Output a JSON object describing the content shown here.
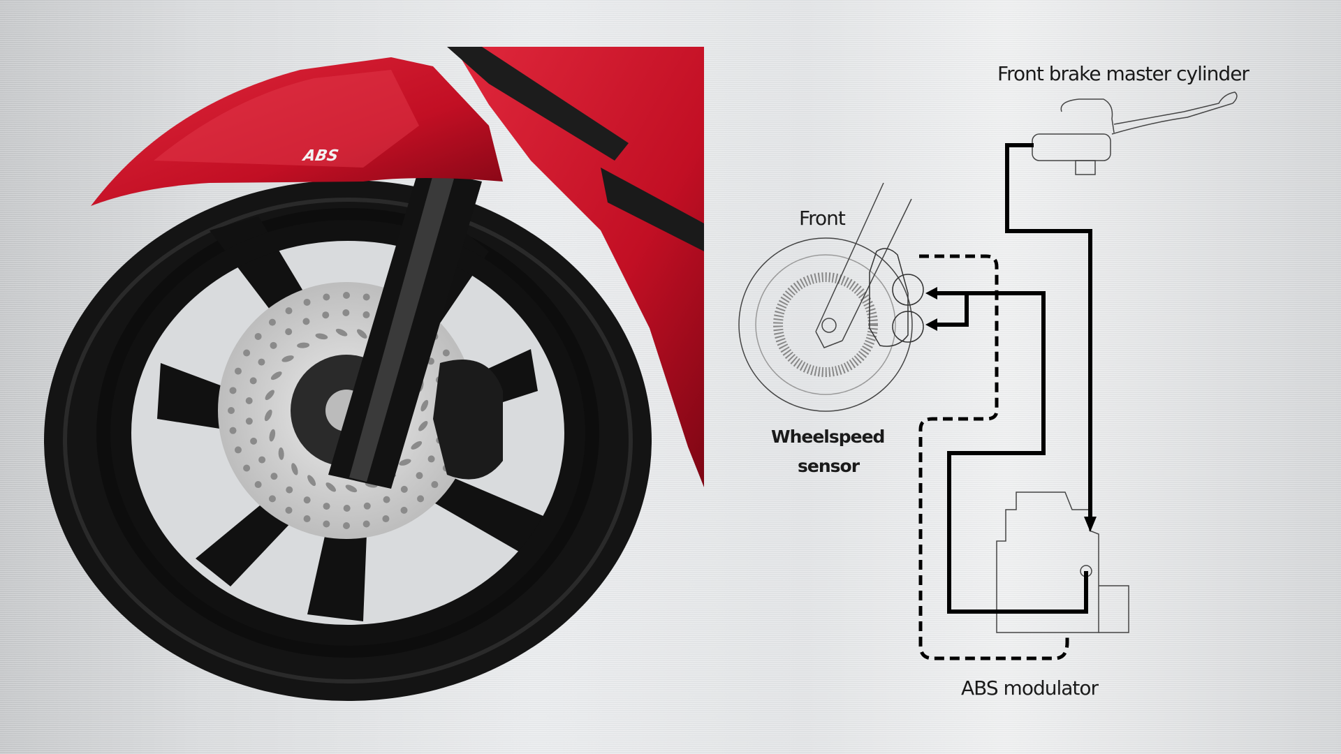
{
  "photo": {
    "fender_logo": "ABS"
  },
  "diagram": {
    "master_cylinder_label": "Front brake master cylinder",
    "front_label": "Front",
    "wheelspeed_label_line1": "Wheelspeed",
    "wheelspeed_label_line2": "sensor",
    "abs_modulator_label": "ABS modulator"
  },
  "colors": {
    "fairing_red": "#c8102e",
    "tire_black": "#141414",
    "line_black": "#000000"
  }
}
